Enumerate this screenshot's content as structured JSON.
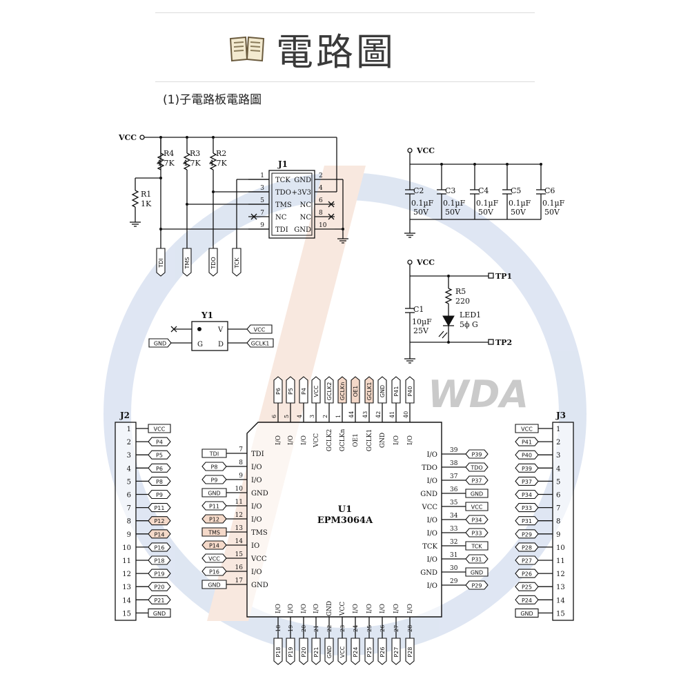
{
  "header": {
    "icon": "open-book-icon",
    "title": "電路圖",
    "subtitle": "(1)子電路板電路圖"
  },
  "watermark": {
    "text": "WDA",
    "color": "#d04040"
  },
  "colors": {
    "line": "#111111",
    "label_fill": "#f4d9c9",
    "label_alt_fill": "#d9e2ef"
  },
  "jtag": {
    "vcc": "VCC",
    "resistors": [
      {
        "ref": "R4",
        "value": "4.7K"
      },
      {
        "ref": "R3",
        "value": "4.7K"
      },
      {
        "ref": "R2",
        "value": "4.7K"
      },
      {
        "ref": "R1",
        "value": "1K"
      }
    ],
    "connector": "J1",
    "pins_left": [
      {
        "num": "1",
        "name": "TCK"
      },
      {
        "num": "3",
        "name": "TDO"
      },
      {
        "num": "5",
        "name": "TMS"
      },
      {
        "num": "7",
        "name": "NC"
      },
      {
        "num": "9",
        "name": "TDI"
      }
    ],
    "pins_right": [
      {
        "num": "2",
        "name": "GND"
      },
      {
        "num": "4",
        "name": "+3V3"
      },
      {
        "num": "6",
        "name": "NC"
      },
      {
        "num": "8",
        "name": "NC"
      },
      {
        "num": "10",
        "name": "GND"
      }
    ],
    "ports": [
      "TDI",
      "TMS",
      "TDO",
      "TCK"
    ]
  },
  "decoupling": {
    "vcc": "VCC",
    "caps": [
      {
        "ref": "C2",
        "value": "0.1µF",
        "voltage": "50V"
      },
      {
        "ref": "C3",
        "value": "0.1µF",
        "voltage": "50V"
      },
      {
        "ref": "C4",
        "value": "0.1µF",
        "voltage": "50V"
      },
      {
        "ref": "C5",
        "value": "0.1µF",
        "voltage": "50V"
      },
      {
        "ref": "C6",
        "value": "0.1µF",
        "voltage": "50V"
      }
    ]
  },
  "power": {
    "vcc": "VCC",
    "cap": {
      "ref": "C1",
      "value": "10µF",
      "voltage": "25V"
    },
    "resistor": {
      "ref": "R5",
      "value": "220"
    },
    "led": {
      "ref": "LED1",
      "desc": "5ϕ G"
    },
    "tp1": "TP1",
    "tp2": "TP2"
  },
  "oscillator": {
    "ref": "Y1",
    "pins": [
      "V",
      "G",
      "D"
    ],
    "nets": [
      "VCC",
      "GND",
      "GCLK1"
    ]
  },
  "u1": {
    "ref": "U1",
    "part": "EPM3064A",
    "top_pins": [
      {
        "num": "6",
        "name": "I/O",
        "net": "P6"
      },
      {
        "num": "5",
        "name": "I/O",
        "net": "P5"
      },
      {
        "num": "4",
        "name": "I/O",
        "net": "P4"
      },
      {
        "num": "3",
        "name": "VCC",
        "net": "VCC"
      },
      {
        "num": "2",
        "name": "GCLK2",
        "net": "GCLK2"
      },
      {
        "num": "1",
        "name": "GCLKn",
        "net": "GCLKn"
      },
      {
        "num": "44",
        "name": "OE1",
        "net": "OE1"
      },
      {
        "num": "43",
        "name": "GCLK1",
        "net": "GCLK1"
      },
      {
        "num": "42",
        "name": "GND",
        "net": "GND"
      },
      {
        "num": "41",
        "name": "I/O",
        "net": "P41"
      },
      {
        "num": "40",
        "name": "I/O",
        "net": "P40"
      }
    ],
    "left_pins": [
      {
        "num": "7",
        "name": "TDI",
        "net": "TDI"
      },
      {
        "num": "8",
        "name": "I/O",
        "net": "P8"
      },
      {
        "num": "9",
        "name": "I/O",
        "net": "P9"
      },
      {
        "num": "10",
        "name": "GND",
        "net": "GND"
      },
      {
        "num": "11",
        "name": "I/O",
        "net": "P11"
      },
      {
        "num": "12",
        "name": "I/O",
        "net": "P12"
      },
      {
        "num": "13",
        "name": "TMS",
        "net": "TMS"
      },
      {
        "num": "14",
        "name": "IO",
        "net": "P14"
      },
      {
        "num": "15",
        "name": "VCC",
        "net": "VCC"
      },
      {
        "num": "16",
        "name": "I/O",
        "net": "P16"
      },
      {
        "num": "17",
        "name": "GND",
        "net": "GND"
      }
    ],
    "right_pins": [
      {
        "num": "39",
        "name": "I/O",
        "net": "P39"
      },
      {
        "num": "38",
        "name": "TDO",
        "net": "TDO"
      },
      {
        "num": "37",
        "name": "I/O",
        "net": "P37"
      },
      {
        "num": "36",
        "name": "GND",
        "net": "GND"
      },
      {
        "num": "35",
        "name": "VCC",
        "net": "VCC"
      },
      {
        "num": "34",
        "name": "I/O",
        "net": "P34"
      },
      {
        "num": "33",
        "name": "I/O",
        "net": "P33"
      },
      {
        "num": "32",
        "name": "TCK",
        "net": "TCK"
      },
      {
        "num": "31",
        "name": "I/O",
        "net": "P31"
      },
      {
        "num": "30",
        "name": "GND",
        "net": "GND"
      },
      {
        "num": "29",
        "name": "I/O",
        "net": "P29"
      }
    ],
    "bottom_pins": [
      {
        "num": "18",
        "name": "I/O",
        "net": "P18"
      },
      {
        "num": "19",
        "name": "I/O",
        "net": "P19"
      },
      {
        "num": "20",
        "name": "I/O",
        "net": "P20"
      },
      {
        "num": "21",
        "name": "I/O",
        "net": "P21"
      },
      {
        "num": "22",
        "name": "GND",
        "net": "GND"
      },
      {
        "num": "23",
        "name": "VCC",
        "net": "VCC"
      },
      {
        "num": "24",
        "name": "I/O",
        "net": "P24"
      },
      {
        "num": "25",
        "name": "I/O",
        "net": "P25"
      },
      {
        "num": "26",
        "name": "I/O",
        "net": "P26"
      },
      {
        "num": "27",
        "name": "I/O",
        "net": "P27"
      },
      {
        "num": "28",
        "name": "I/O",
        "net": "P28"
      }
    ]
  },
  "j2": {
    "ref": "J2",
    "pins": [
      {
        "num": "1",
        "net": "VCC"
      },
      {
        "num": "2",
        "net": "P4"
      },
      {
        "num": "3",
        "net": "P5"
      },
      {
        "num": "4",
        "net": "P6"
      },
      {
        "num": "5",
        "net": "P8"
      },
      {
        "num": "6",
        "net": "P9"
      },
      {
        "num": "7",
        "net": "P11"
      },
      {
        "num": "8",
        "net": "P12"
      },
      {
        "num": "9",
        "net": "P14"
      },
      {
        "num": "10",
        "net": "P16"
      },
      {
        "num": "11",
        "net": "P18"
      },
      {
        "num": "12",
        "net": "P19"
      },
      {
        "num": "13",
        "net": "P20"
      },
      {
        "num": "14",
        "net": "P21"
      },
      {
        "num": "15",
        "net": "GND"
      }
    ]
  },
  "j3": {
    "ref": "J3",
    "pins": [
      {
        "num": "1",
        "net": "VCC"
      },
      {
        "num": "2",
        "net": "P41"
      },
      {
        "num": "3",
        "net": "P40"
      },
      {
        "num": "4",
        "net": "P39"
      },
      {
        "num": "5",
        "net": "P37"
      },
      {
        "num": "6",
        "net": "P34"
      },
      {
        "num": "7",
        "net": "P33"
      },
      {
        "num": "8",
        "net": "P31"
      },
      {
        "num": "9",
        "net": "P29"
      },
      {
        "num": "10",
        "net": "P28"
      },
      {
        "num": "11",
        "net": "P27"
      },
      {
        "num": "12",
        "net": "P26"
      },
      {
        "num": "13",
        "net": "P25"
      },
      {
        "num": "14",
        "net": "P24"
      },
      {
        "num": "15",
        "net": "GND"
      }
    ]
  }
}
